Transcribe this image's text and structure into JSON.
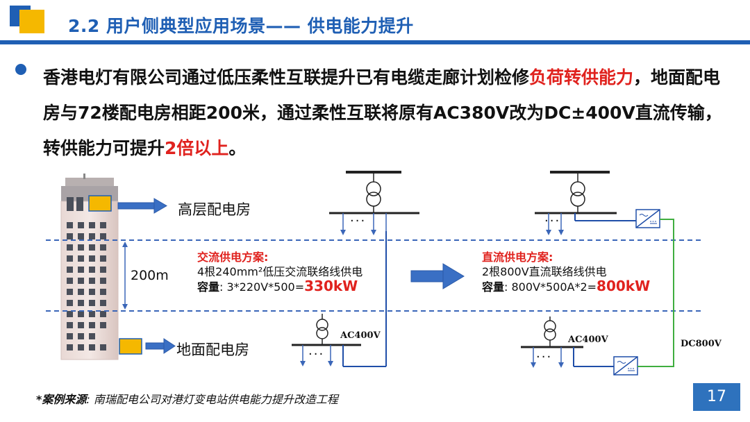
{
  "header": {
    "title": "2.2 用户侧典型应用场景—— 供电能力提升"
  },
  "bullet": {
    "part1": "香港电灯有限公司通过低压柔性互联提升已有电缆走廊计划检修",
    "highlight1": "负荷转供能力",
    "part2": "，地面配电房与72楼配电房相距200米，通过柔性互联将原有AC380V改为DC±400V直流传输，转供能力可提升",
    "highlight2": "2倍以上",
    "part3": "。"
  },
  "diagram": {
    "upper_room": "高层配电房",
    "ground_room": "地面配电房",
    "distance": "200m",
    "ac_scheme": {
      "heading": "交流供电方案:",
      "line1": "4根240mm²低压交流联络线供电",
      "capacity_label": "容量",
      "capacity_expr": ": 3*220V*500=",
      "capacity_value": "330kW"
    },
    "dc_scheme": {
      "heading": "直流供电方案:",
      "line1": "2根800V直流联络线供电",
      "capacity_label": "容量",
      "capacity_expr": ": 800V*500A*2=",
      "capacity_value": "800kW"
    },
    "ac400_left": "AC400V",
    "ac400_right": "AC400V",
    "dc800": "DC800V",
    "dots": "···"
  },
  "footer": {
    "source_label": "*案例来源",
    "source_text": ": 南瑞配电公司对港灯变电站供电能力提升改造工程"
  },
  "page_number": "17",
  "colors": {
    "brand_blue": "#1f5fb4",
    "accent_yellow": "#f5b800",
    "highlight_red": "#e0221e",
    "dc_line_green": "#3fae3f",
    "arrow_blue": "#3a6fc4"
  }
}
